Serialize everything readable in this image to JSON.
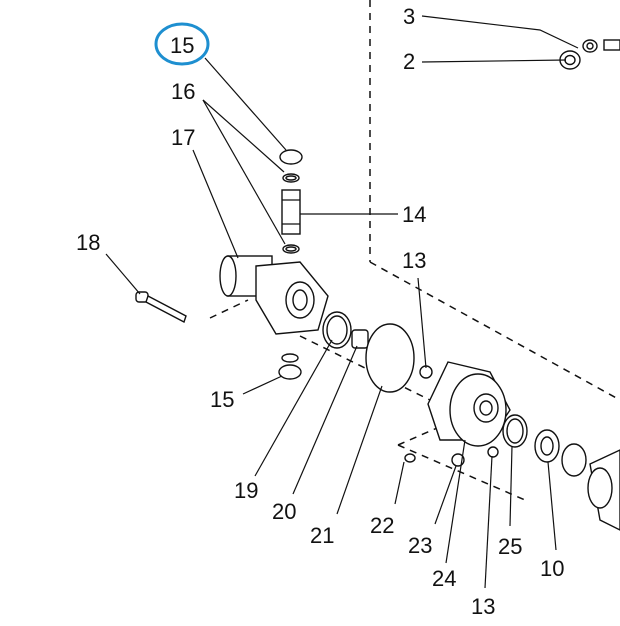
{
  "diagram": {
    "callouts": [
      {
        "id": "c3",
        "text": "3"
      },
      {
        "id": "c2",
        "text": "2"
      },
      {
        "id": "c15top",
        "text": "15",
        "highlighted": true
      },
      {
        "id": "c16",
        "text": "16"
      },
      {
        "id": "c17",
        "text": "17"
      },
      {
        "id": "c14",
        "text": "14"
      },
      {
        "id": "c18",
        "text": "18"
      },
      {
        "id": "c13top",
        "text": "13"
      },
      {
        "id": "c15bot",
        "text": "15"
      },
      {
        "id": "c19",
        "text": "19"
      },
      {
        "id": "c20",
        "text": "20"
      },
      {
        "id": "c21",
        "text": "21"
      },
      {
        "id": "c22",
        "text": "22"
      },
      {
        "id": "c23",
        "text": "23"
      },
      {
        "id": "c24",
        "text": "24"
      },
      {
        "id": "c25",
        "text": "25"
      },
      {
        "id": "c13bot",
        "text": "13"
      },
      {
        "id": "c10",
        "text": "10"
      }
    ],
    "colors": {
      "line": "#111111",
      "highlight_circle": "#1e8fd0",
      "background": "#ffffff"
    }
  }
}
